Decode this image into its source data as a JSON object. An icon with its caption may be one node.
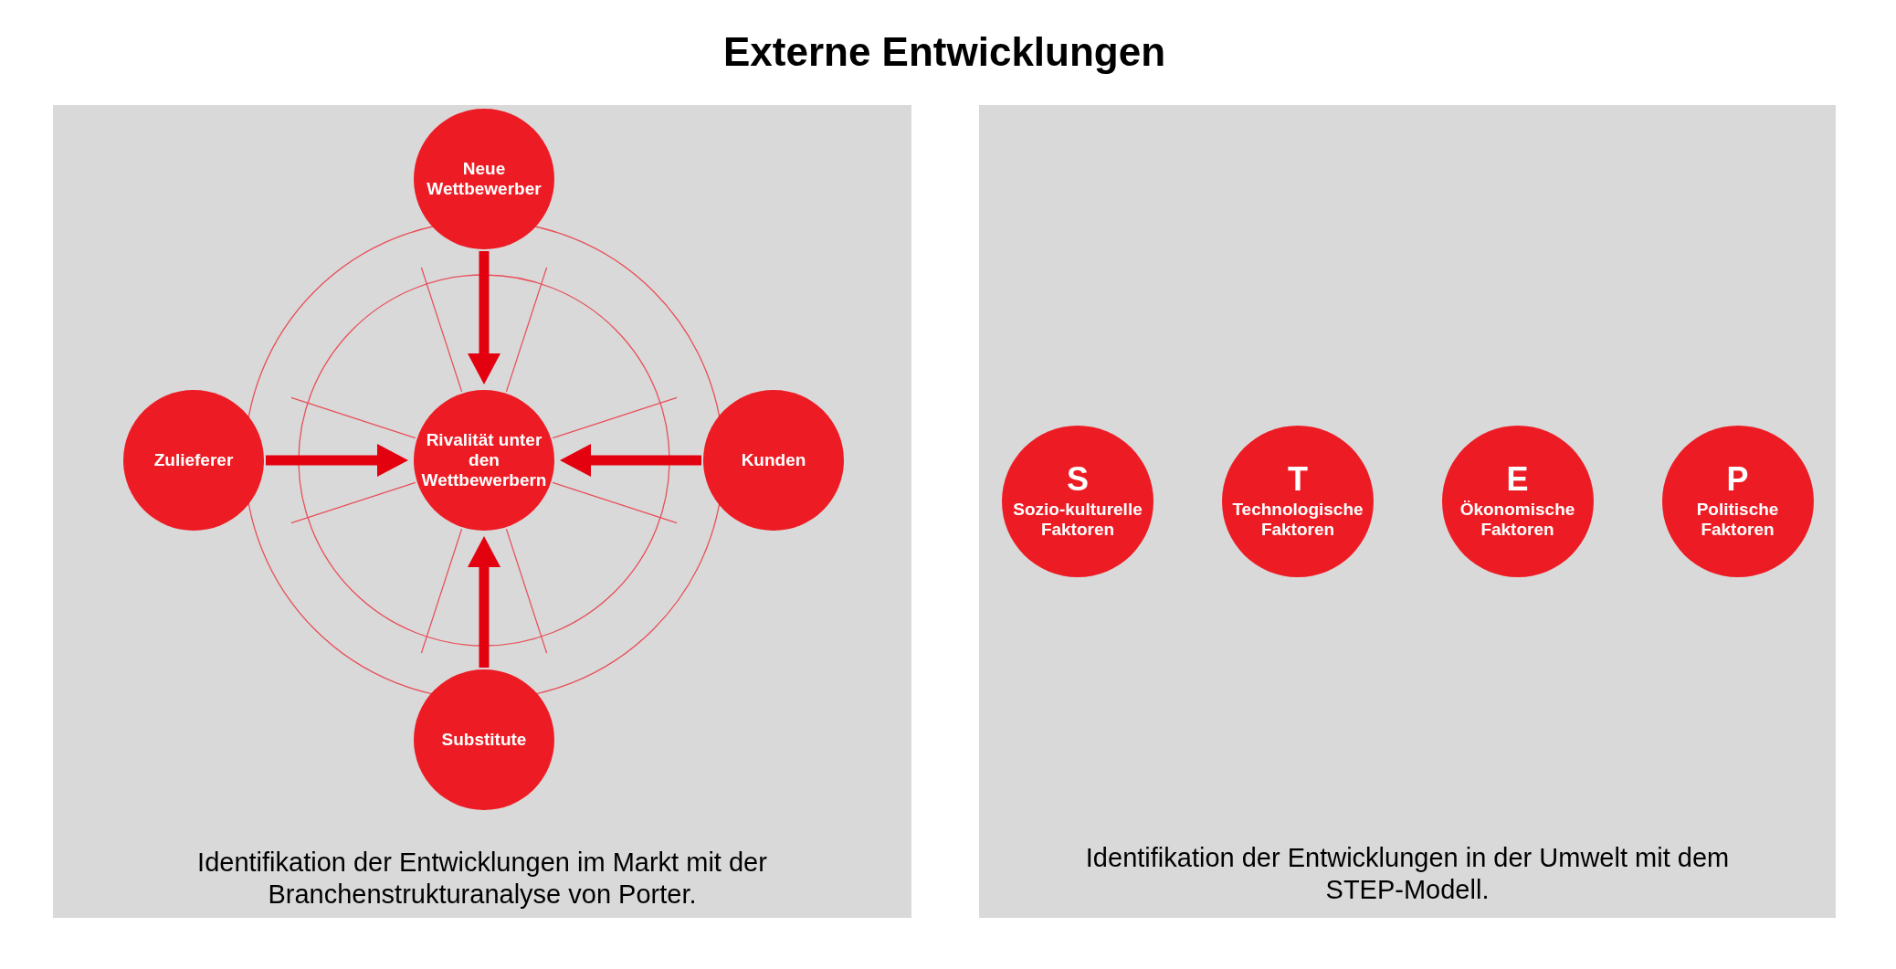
{
  "diagram": {
    "title": "Externe Entwicklungen",
    "nodes": [
      {
        "text": [
          "Identifikation der Entwicklungen im Markt mit der Branchenstrukturanalyse von Porter."
        ]
      },
      {
        "text": [
          "Neue Wettbewerber"
        ],
        "in": 0
      },
      {
        "text": [
          "Zulieferer"
        ],
        "in": 0
      },
      {
        "text": [
          "Rivalität unter den Wettbewerbern"
        ],
        "in": 0
      },
      {
        "text": [
          "Kunden"
        ],
        "in": 0
      },
      {
        "text": [
          "Substitute"
        ],
        "in": 0
      },
      {
        "text": [
          "Identifikation der Entwicklungen in der Umwelt mit dem STEP-Modell."
        ]
      },
      {
        "text": [
          "S",
          "Sozio-kulturelle Faktoren"
        ],
        "in": 6
      },
      {
        "text": [
          "T",
          "Technologische Faktoren"
        ],
        "in": 6
      },
      {
        "text": [
          "E",
          "Ökonomische Faktoren"
        ],
        "in": 6
      },
      {
        "text": [
          "P",
          "Politische Faktoren"
        ],
        "in": 6
      }
    ],
    "edges": [
      {
        "from": 1,
        "to": 3,
        "arrow": "to"
      },
      {
        "from": 2,
        "to": 3,
        "arrow": "to"
      },
      {
        "from": 4,
        "to": 3,
        "arrow": "to"
      },
      {
        "from": 5,
        "to": 3,
        "arrow": "to"
      }
    ]
  }
}
